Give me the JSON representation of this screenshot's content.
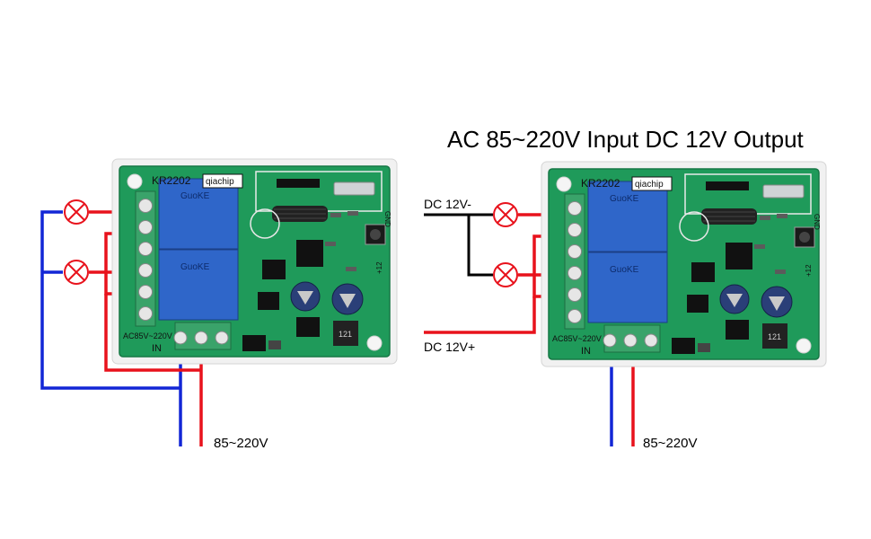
{
  "heading": "AC 85~220V Input DC 12V Output",
  "left_board": {
    "model": "KR2202",
    "brand": "qiachip",
    "relay_brand": "GuoKE",
    "ac_label": "AC85V~220V",
    "in_label": "IN",
    "gnd_label": "GND",
    "pin_label": "+12",
    "inductor_label": "121",
    "supply_label": "85~220V"
  },
  "right_board": {
    "model": "KR2202",
    "brand": "qiachip",
    "relay_brand": "GuoKE",
    "ac_label": "AC85V~220V",
    "in_label": "IN",
    "gnd_label": "GND",
    "pin_label": "+12",
    "inductor_label": "121",
    "supply_label": "85~220V",
    "dc_minus_label": "DC 12V-",
    "dc_plus_label": "DC 12V+"
  },
  "colors": {
    "wire_live": "#e8121c",
    "wire_neutral": "#1226d6",
    "wire_dc": "#000000",
    "pcb": "#1f9a5a",
    "relay": "#2f66c9",
    "terminal": "#3aa36a"
  }
}
